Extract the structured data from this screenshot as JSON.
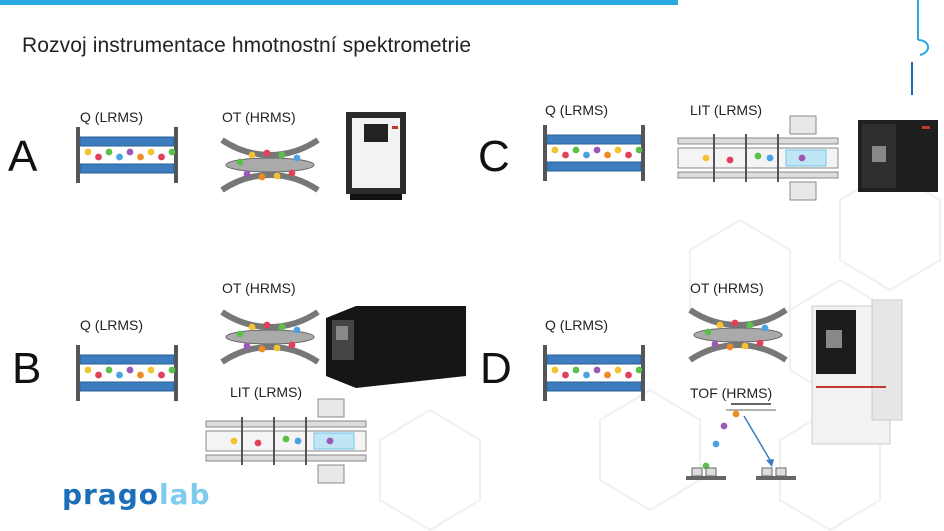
{
  "title": "Rozvoj instrumentace hmotnostní spektrometrie",
  "logo": {
    "part1": "prago",
    "part2": "lab"
  },
  "panels": {
    "A": {
      "letter": "A",
      "label1": "Q (LRMS)",
      "label2": "OT (HRMS)"
    },
    "B": {
      "letter": "B",
      "label1": "Q (LRMS)",
      "label2": "OT (HRMS)",
      "label3": "LIT (LRMS)"
    },
    "C": {
      "letter": "C",
      "label1": "Q (LRMS)",
      "label2": "LIT (LRMS)"
    },
    "D": {
      "letter": "D",
      "label1": "Q (LRMS)",
      "label2": "OT (HRMS)",
      "label3": "TOF (HRMS)"
    }
  },
  "colors": {
    "accent": "#29a9e0",
    "rod": "#3d7dbf",
    "logo_dark": "#1b6fb8",
    "logo_light": "#7ecbee"
  },
  "ion_colors": [
    "#f2c230",
    "#e0405a",
    "#5bbf4a",
    "#4aa3e0",
    "#9b59b6",
    "#f08a24"
  ]
}
